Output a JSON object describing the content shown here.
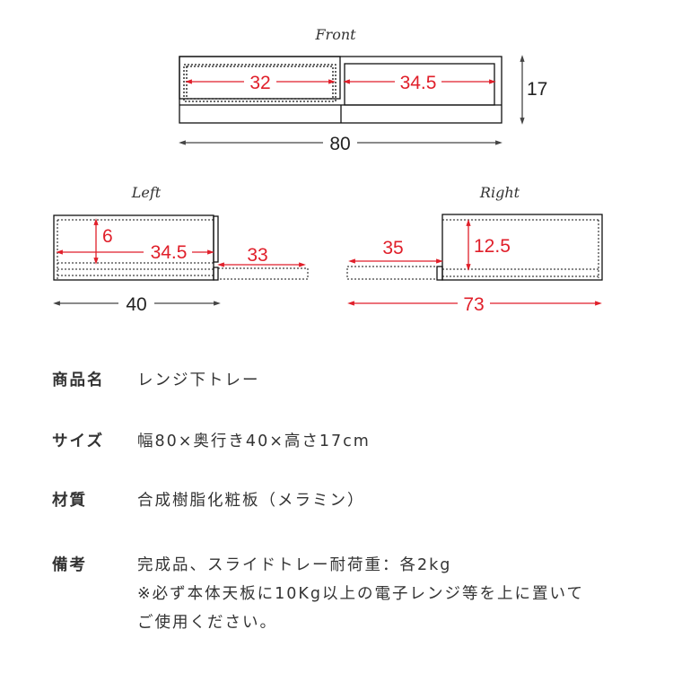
{
  "diagram": {
    "front": {
      "title": "Front",
      "left_drawer_width": "32",
      "right_drawer_width": "34.5",
      "height": "17",
      "total_width": "80"
    },
    "left": {
      "title": "Left",
      "inner_height": "6",
      "inner_depth": "34.5",
      "tray_extension": "33",
      "depth": "40"
    },
    "right": {
      "title": "Right",
      "tray_extension": "35",
      "inner_height": "12.5",
      "extended_depth": "73"
    },
    "colors": {
      "dimension_red": "#e01f2a",
      "outline": "#111111"
    }
  },
  "specs": [
    {
      "label": "商品名",
      "value": [
        "レンジ下トレー"
      ]
    },
    {
      "label": "サイズ",
      "value": [
        "幅80×奥行き40×高さ17cm"
      ]
    },
    {
      "label": "材質",
      "value": [
        "合成樹脂化粧板（メラミン）"
      ]
    },
    {
      "label": "備考",
      "value": [
        "完成品、スライドトレー耐荷重：各2kg",
        "※必ず本体天板に10Kg以上の電子レンジ等を上に置いて",
        "ご使用ください。"
      ]
    }
  ]
}
